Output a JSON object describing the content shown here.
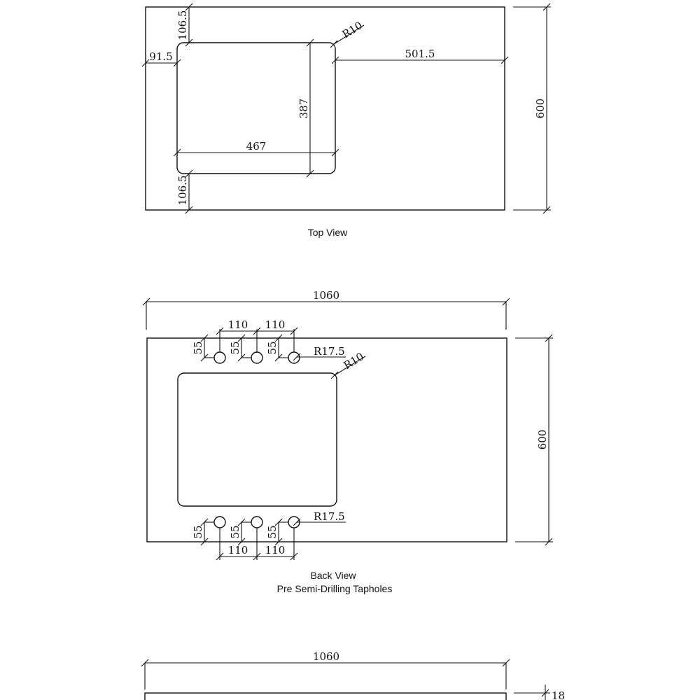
{
  "top_view": {
    "caption": "Top View",
    "dims": {
      "top_offset": "106.5",
      "bottom_offset": "106.5",
      "left_offset": "91.5",
      "corner_radius": "R10",
      "right_offset": "501.5",
      "bowl_depth": "387",
      "bowl_width": "467",
      "total_depth": "600"
    }
  },
  "back_view": {
    "caption_line1": "Back View",
    "caption_line2": "Pre Semi-Drilling Tapholes",
    "dims": {
      "total_width": "1060",
      "total_depth": "600",
      "hole_spacing_top_1": "110",
      "hole_spacing_top_2": "110",
      "hole_spacing_bottom_1": "110",
      "hole_spacing_bottom_2": "110",
      "hole_offset_top_1": "55",
      "hole_offset_top_2": "55",
      "hole_offset_top_3": "55",
      "hole_offset_bottom_1": "55",
      "hole_offset_bottom_2": "55",
      "hole_offset_bottom_3": "55",
      "hole_radius_top": "R17.5",
      "hole_radius_bottom": "R17.5",
      "corner_radius": "R10"
    }
  },
  "side_view": {
    "dims": {
      "total_width": "1060",
      "thickness": "18"
    }
  }
}
